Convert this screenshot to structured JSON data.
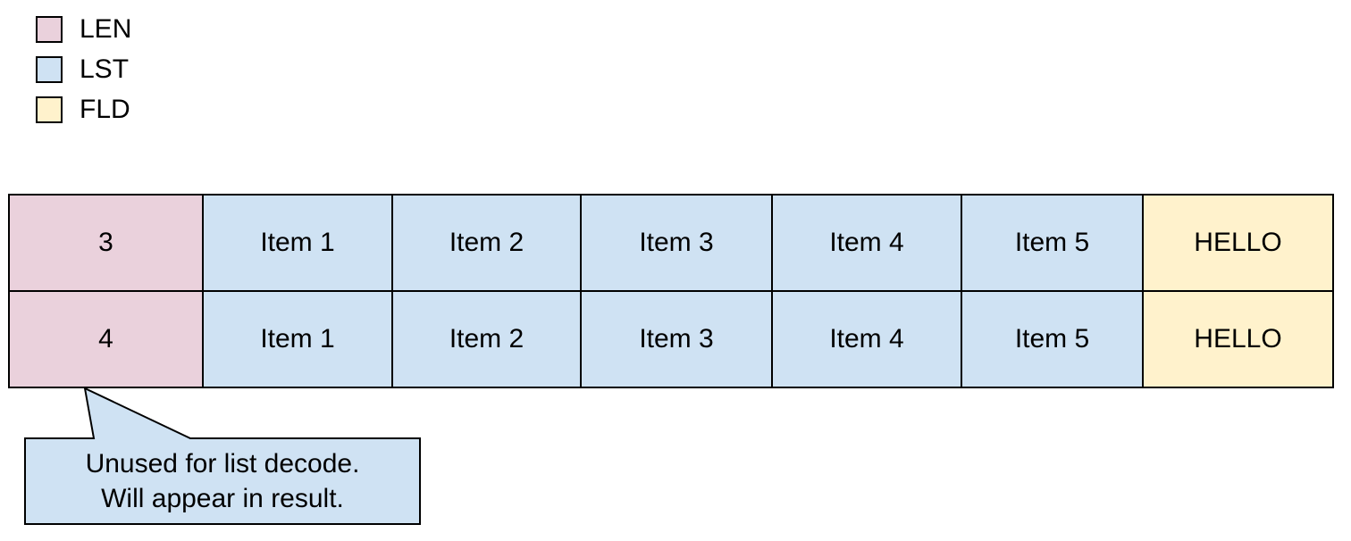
{
  "colors": {
    "len": "#ead1dc",
    "lst": "#cfe2f3",
    "fld": "#fff2cc",
    "border": "#000000"
  },
  "legend": {
    "items": [
      {
        "label": "LEN",
        "color_key": "len"
      },
      {
        "label": "LST",
        "color_key": "lst"
      },
      {
        "label": "FLD",
        "color_key": "fld"
      }
    ]
  },
  "table": {
    "rows": [
      {
        "cells": [
          {
            "text": "3",
            "type": "LEN"
          },
          {
            "text": "Item 1",
            "type": "LST"
          },
          {
            "text": "Item 2",
            "type": "LST"
          },
          {
            "text": "Item 3",
            "type": "LST"
          },
          {
            "text": "Item 4",
            "type": "LST"
          },
          {
            "text": "Item 5",
            "type": "LST"
          },
          {
            "text": "HELLO",
            "type": "FLD"
          }
        ]
      },
      {
        "cells": [
          {
            "text": "4",
            "type": "LEN"
          },
          {
            "text": "Item 1",
            "type": "LST"
          },
          {
            "text": "Item 2",
            "type": "LST"
          },
          {
            "text": "Item 3",
            "type": "LST"
          },
          {
            "text": "Item 4",
            "type": "LST"
          },
          {
            "text": "Item 5",
            "type": "LST"
          },
          {
            "text": "HELLO",
            "type": "FLD"
          }
        ]
      }
    ]
  },
  "callout": {
    "line1": "Unused for list decode.",
    "line2": "Will appear in result."
  }
}
